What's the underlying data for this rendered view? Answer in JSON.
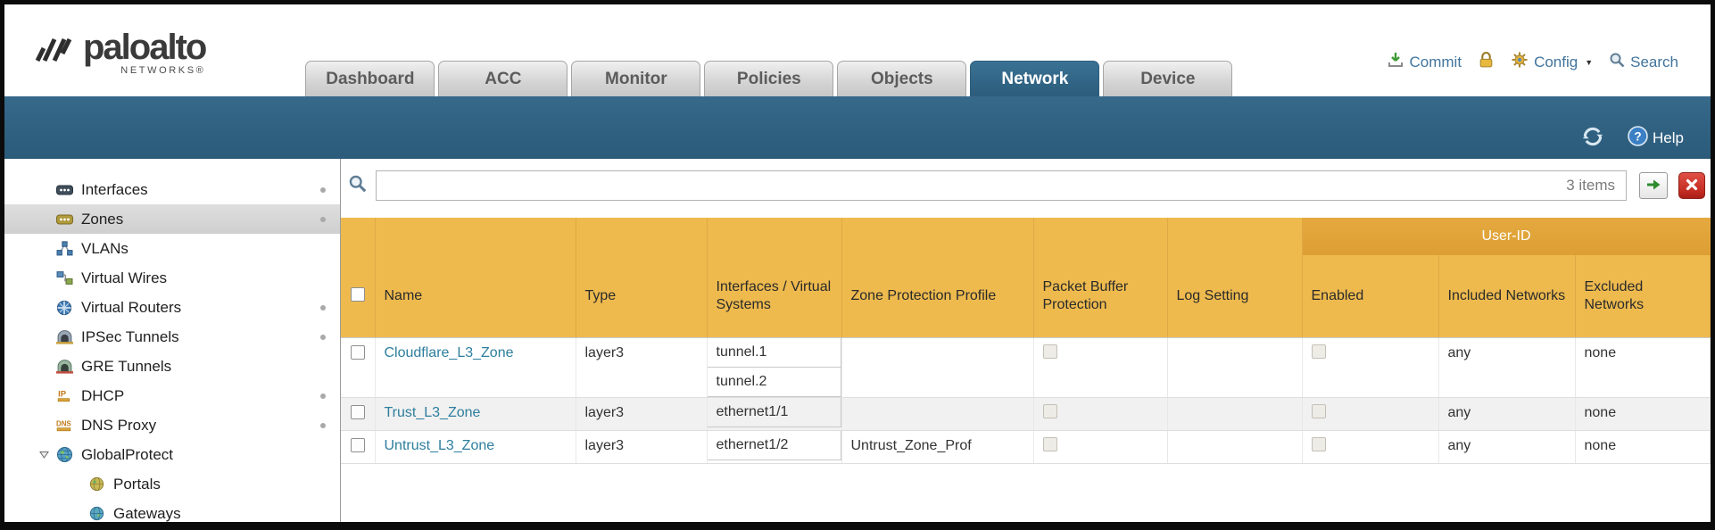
{
  "colors": {
    "teal_bar": "#2f6080",
    "active_tab": "#306282",
    "table_header_orange": "#eeba4e",
    "user_id_band_orange": "#dd9f34",
    "link_teal": "#2d7e9d",
    "clear_button_red": "#c42d22",
    "apply_arrow_green": "#2e8b2e"
  },
  "brand": {
    "name": "paloalto",
    "sub": "NETWORKS®"
  },
  "nav": {
    "tabs": [
      "Dashboard",
      "ACC",
      "Monitor",
      "Policies",
      "Objects",
      "Network",
      "Device"
    ],
    "active_tab": "Network"
  },
  "header_actions": {
    "commit": "Commit",
    "config": "Config",
    "search": "Search"
  },
  "subheader": {
    "help": "Help"
  },
  "sidebar": {
    "items": [
      {
        "label": "Interfaces"
      },
      {
        "label": "Zones"
      },
      {
        "label": "VLANs"
      },
      {
        "label": "Virtual Wires"
      },
      {
        "label": "Virtual Routers"
      },
      {
        "label": "IPSec Tunnels"
      },
      {
        "label": "GRE Tunnels"
      },
      {
        "label": "DHCP"
      },
      {
        "label": "DNS Proxy"
      },
      {
        "label": "GlobalProtect"
      },
      {
        "label": "Portals"
      },
      {
        "label": "Gateways"
      }
    ],
    "selected": "Zones"
  },
  "filter": {
    "query": "",
    "count": "3 items"
  },
  "table": {
    "group_header": "User-ID",
    "columns": [
      "Name",
      "Type",
      "Interfaces / Virtual Systems",
      "Zone Protection Profile",
      "Packet Buffer Protection",
      "Log Setting",
      "Enabled",
      "Included Networks",
      "Excluded Networks"
    ],
    "rows": [
      {
        "name": "Cloudflare_L3_Zone",
        "type": "layer3",
        "interfaces": [
          "tunnel.1",
          "tunnel.2"
        ],
        "zone_protection_profile": "",
        "log_setting": "",
        "included_networks": "any",
        "excluded_networks": "none"
      },
      {
        "name": "Trust_L3_Zone",
        "type": "layer3",
        "interfaces": [
          "ethernet1/1"
        ],
        "zone_protection_profile": "",
        "log_setting": "",
        "included_networks": "any",
        "excluded_networks": "none"
      },
      {
        "name": "Untrust_L3_Zone",
        "type": "layer3",
        "interfaces": [
          "ethernet1/2"
        ],
        "zone_protection_profile": "Untrust_Zone_Prof",
        "log_setting": "",
        "included_networks": "any",
        "excluded_networks": "none"
      }
    ]
  },
  "icons": [
    "paloalto-logo-icon",
    "commit-icon",
    "lock-icon",
    "config-icon",
    "chevron-down-icon",
    "search-icon",
    "refresh-icon",
    "help-icon",
    "filter-search-icon",
    "arrow-right-icon",
    "clear-icon",
    "interfaces-icon",
    "zones-icon",
    "vlans-icon",
    "virtual-wires-icon",
    "virtual-routers-icon",
    "ipsec-tunnels-icon",
    "gre-tunnels-icon",
    "dhcp-icon",
    "dns-proxy-icon",
    "globalprotect-icon",
    "portals-icon",
    "gateways-icon",
    "expander-icon",
    "status-dot"
  ]
}
